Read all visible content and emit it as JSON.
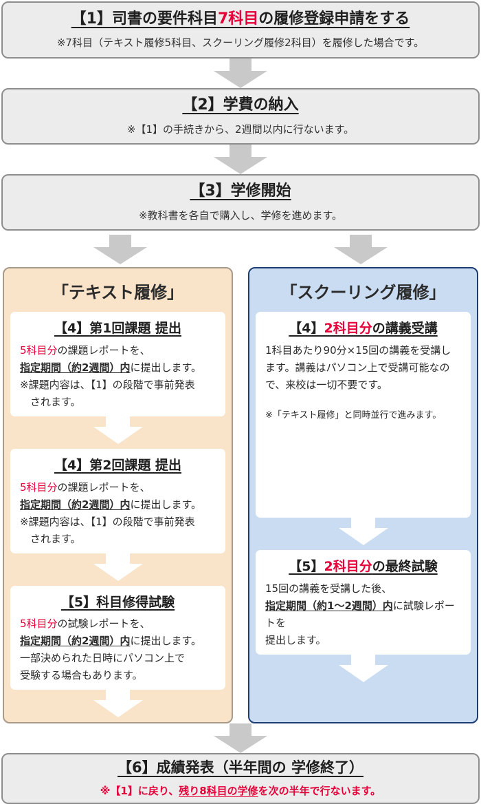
{
  "colors": {
    "accent_red": "#e60039",
    "gray_box_bg": "#ececec",
    "gray_box_border": "#8d8d8d",
    "arrow_gray": "#c9c9c9",
    "text_column_bg": "#f9e4ca",
    "text_column_border": "#a89a88",
    "schooling_column_bg": "#c9dcf2",
    "schooling_column_border": "#1c3d72"
  },
  "flow": {
    "box1": {
      "title_pre": "【1】司書の要件科目",
      "title_red": "7科目",
      "title_post": "の履修登録申請をする",
      "note": "※7科目（テキスト履修5科目、スクーリング履修2科目）を履修した場合です。"
    },
    "box2": {
      "title": "【2】学費の納入",
      "note": "※【1】の手続きから、2週間以内に行ないます。"
    },
    "box3": {
      "title": "【3】学修開始",
      "note": "※教科書を各自で購入し、学修を進めます。"
    },
    "box6": {
      "title": "【6】成績発表（半年間の 学修終了）",
      "note_pre": "※【1】に戻り、",
      "note_underline": "残り8科目の学修",
      "note_post": "を次の半年で行ないます。"
    }
  },
  "text_column": {
    "heading": "「テキスト履修」",
    "boxes": [
      {
        "title": "【4】第1回課題 提出",
        "line1_red": "5科目分",
        "line1_rest": "の課題レポートを、",
        "line2_em": "指定期間（約2週間）内",
        "line2_rest": "に提出します。",
        "line3": "※課題内容は、【1】の段階で事前発表",
        "line4": "されます。"
      },
      {
        "title": "【4】第2回課題 提出",
        "line1_red": "5科目分",
        "line1_rest": "の課題レポートを、",
        "line2_em": "指定期間（約2週間）内",
        "line2_rest": "に提出します。",
        "line3": "※課題内容は、【1】の段階で事前発表",
        "line4": "されます。"
      },
      {
        "title": "【5】科目修得試験",
        "line1_red": "5科目分",
        "line1_rest": "の試験レポートを、",
        "line2_em": "指定期間（約2週間）内",
        "line2_rest": "に提出します。",
        "line3": "一部決められた日時にパソコン上で",
        "line4": "受験する場合もあります。"
      }
    ]
  },
  "schooling_column": {
    "heading": "「スクーリング履修」",
    "boxes": [
      {
        "title_pre": "【4】",
        "title_red": "2科目分",
        "title_post": "の講義受講",
        "body": "1科目あたり90分×15回の講義を受講します。講義はパソコン上で受講可能なので、来校は一切不要です。",
        "note": "※「テキスト履修」と同時並行で進みます。"
      },
      {
        "title_pre": "【5】",
        "title_red": "2科目分",
        "title_post": "の最終試験",
        "line1": "15回の講義を受講した後、",
        "line2_em": "指定期間（約1～2週間）内",
        "line2_rest": "に試験レポートを",
        "line3": "提出します。"
      }
    ]
  }
}
